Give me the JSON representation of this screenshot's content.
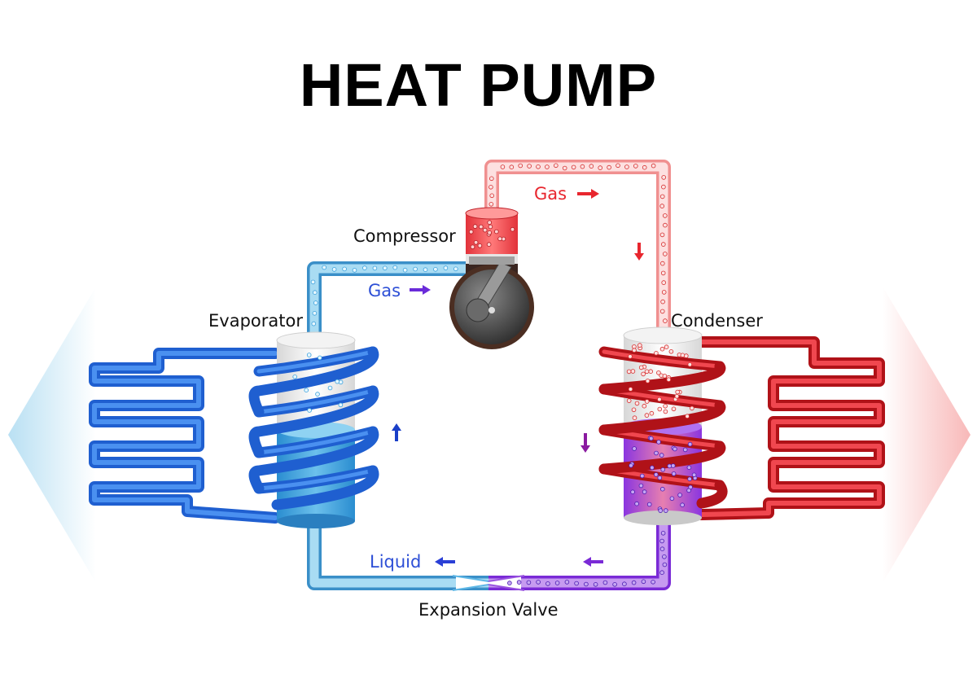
{
  "title": "HEAT PUMP",
  "labels": {
    "compressor": "Compressor",
    "evaporator": "Evaporator",
    "condenser": "Condenser",
    "expansion_valve": "Expansion Valve"
  },
  "flow_labels": {
    "gas_hot": "Gas",
    "gas_cold": "Gas",
    "liquid": "Liquid"
  },
  "colors": {
    "cold": "#1a6fd6",
    "cold_light": "#7ec8ec",
    "hot": "#e8262e",
    "hot_light": "#f7b0b0",
    "mixed": "#8a3ad6",
    "arrow_cold_gas": "#6a2bd9",
    "arrow_liquid": "#2a3fd6"
  }
}
